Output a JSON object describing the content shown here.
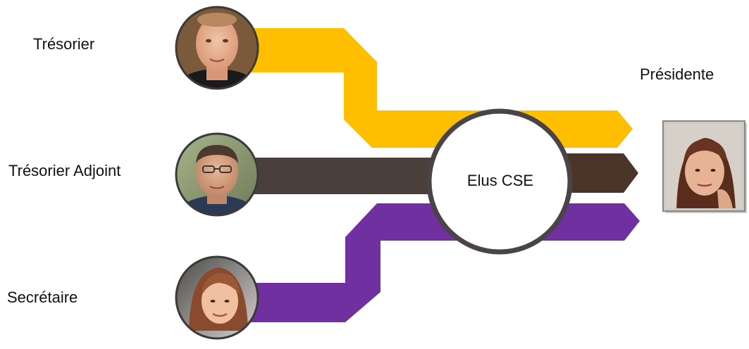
{
  "members": [
    {
      "role": "Trésorier",
      "avatar": "portrait-photo",
      "stream_color": "#FFBF00"
    },
    {
      "role": "Trésorier Adjoint",
      "avatar": "portrait-photo",
      "stream_color": "#4A3F3B"
    },
    {
      "role": "Secrétaire",
      "avatar": "portrait-photo",
      "stream_color": "#7030A0"
    }
  ],
  "hub": {
    "label": "Elus CSE",
    "border_color": "#4A4446"
  },
  "president": {
    "role": "Présidente",
    "avatar": "portrait-photo"
  },
  "colors": {
    "gold": "#FFBF00",
    "dark": "#4A3F3B",
    "purple": "#7030A0",
    "arrow_dark": "#4A3528"
  }
}
